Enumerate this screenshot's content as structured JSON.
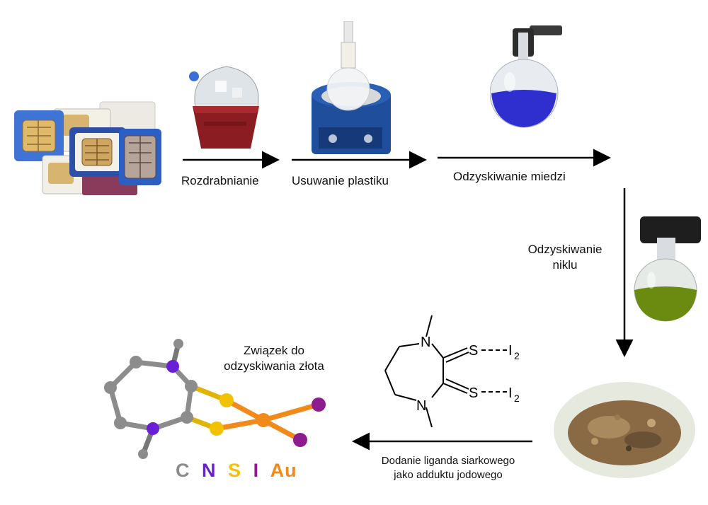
{
  "steps": {
    "step1": "Rozdrabnianie",
    "step2": "Usuwanie plastiku",
    "step3": "Odzyskiwanie miedzi",
    "step4_line1": "Odzyskiwanie",
    "step4_line2": "niklu",
    "step5_line1": "Dodanie liganda siarkowego",
    "step5_line2": "jako adduktu jodowego"
  },
  "compound_label": {
    "line1": "Związek do",
    "line2": "odzyskiwania złota"
  },
  "structure_labels": {
    "n_top": "N",
    "n_bottom": "N",
    "s_top": "S",
    "s_bottom": "S",
    "i2_top": "I",
    "i2_bottom": "I",
    "subscript": "2"
  },
  "legend": [
    {
      "symbol": "C",
      "color": "#8c8c8c"
    },
    {
      "symbol": "N",
      "color": "#6a1fd6"
    },
    {
      "symbol": "S",
      "color": "#f2c200"
    },
    {
      "symbol": "I",
      "color": "#8e1c8e"
    },
    {
      "symbol": "Au",
      "color": "#f28a1a"
    }
  ],
  "photos": [
    {
      "name": "sim-cards",
      "color": "#3a6ec8"
    },
    {
      "name": "grinder",
      "color": "#8a1c22"
    },
    {
      "name": "heating-mantle",
      "color": "#1f4e9c"
    },
    {
      "name": "copper-flask",
      "color": "#2f2fd0"
    },
    {
      "name": "nickel-flask",
      "color": "#6a8a10"
    },
    {
      "name": "powder",
      "color": "#8a6a44"
    }
  ]
}
